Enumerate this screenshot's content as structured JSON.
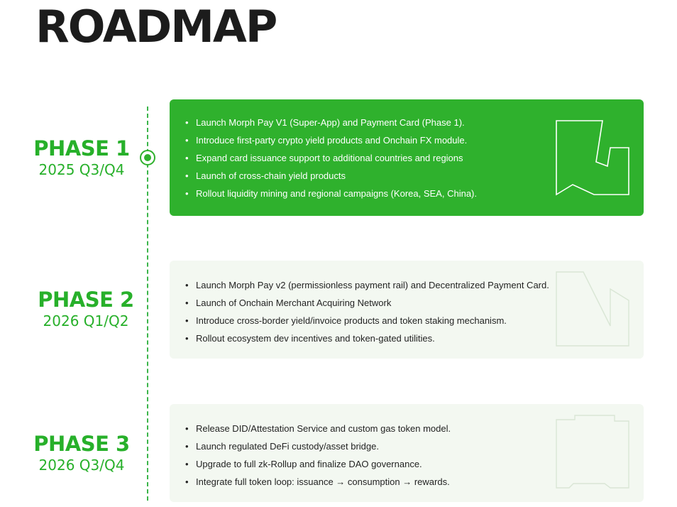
{
  "header": {
    "title": "ROADMAP"
  },
  "phases": [
    {
      "name": "PHASE 1",
      "period": "2025 Q3/Q4",
      "items": [
        "Launch Morph Pay V1 (Super-App) and Payment Card (Phase 1).",
        "Introduce first-party crypto yield products and Onchain FX module.",
        "Expand card issuance support to additional countries and regions",
        "Launch of cross-chain yield products",
        "Rollout liquidity mining and regional campaigns (Korea, SEA, China)."
      ]
    },
    {
      "name": "PHASE 2",
      "period": "2026 Q1/Q2",
      "items": [
        "Launch Morph Pay v2 (permissionless payment rail) and Decentralized Payment Card.",
        "Launch of Onchain Merchant Acquiring Network",
        "Introduce cross-border yield/invoice products and token staking mechanism.",
        "Rollout ecosystem dev incentives and token-gated utilities."
      ]
    },
    {
      "name": "PHASE 3",
      "period": "2026 Q3/Q4",
      "items": [
        "Release DID/Attestation Service and custom gas token model.",
        "Launch regulated DeFi custody/asset bridge.",
        "Upgrade to full zk-Rollup and finalize DAO governance.",
        "Integrate full token loop: issuance → consumption → rewards."
      ]
    }
  ],
  "colors": {
    "accent": "#2fb12d",
    "card_light": "#f3f8f1",
    "title": "#1c1c1c"
  },
  "icons": {
    "timeline": "timeline-dot-icon",
    "card": "morph-logo-icon"
  }
}
